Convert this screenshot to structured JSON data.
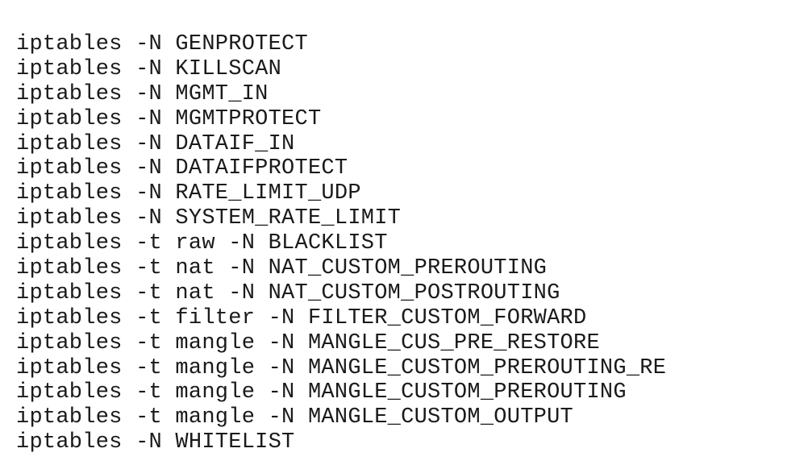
{
  "screen": {
    "type": "terminal-output",
    "background_color": "#ffffff",
    "text_color": "#1a1a1a",
    "font_style": "monospace-serif",
    "line_count": 17
  },
  "terminal": {
    "lines": [
      "iptables -N GENPROTECT",
      "iptables -N KILLSCAN",
      "iptables -N MGMT_IN",
      "iptables -N MGMTPROTECT",
      "iptables -N DATAIF_IN",
      "iptables -N DATAIFPROTECT",
      "iptables -N RATE_LIMIT_UDP",
      "iptables -N SYSTEM_RATE_LIMIT",
      "iptables -t raw -N BLACKLIST",
      "iptables -t nat -N NAT_CUSTOM_PREROUTING",
      "iptables -t nat -N NAT_CUSTOM_POSTROUTING",
      "iptables -t filter -N FILTER_CUSTOM_FORWARD",
      "iptables -t mangle -N MANGLE_CUS_PRE_RESTORE",
      "iptables -t mangle -N MANGLE_CUSTOM_PREROUTING_RE",
      "iptables -t mangle -N MANGLE_CUSTOM_PREROUTING",
      "iptables -t mangle -N MANGLE_CUSTOM_OUTPUT",
      "iptables -N WHITELIST"
    ]
  }
}
